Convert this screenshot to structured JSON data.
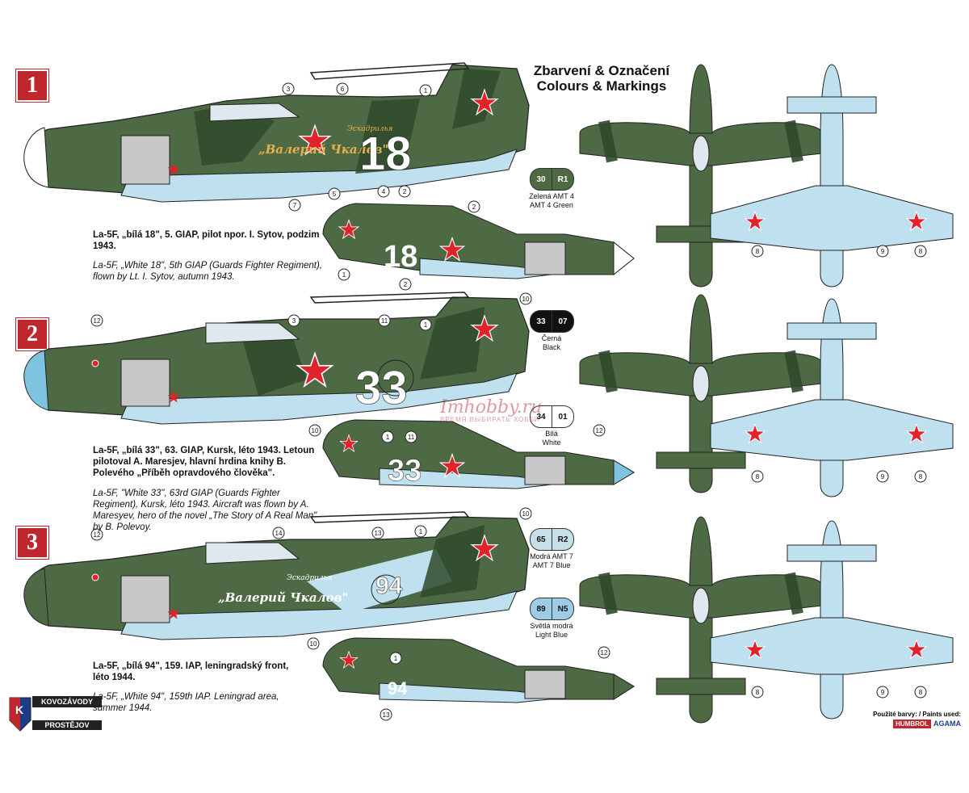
{
  "title": {
    "line1": "Zbarvení & Označení",
    "line2": "Colours & Markings"
  },
  "badges": [
    "1",
    "2",
    "3"
  ],
  "profiles": [
    {
      "caption_cz": "La-5F, „bílá 18\", 5. GIAP, pilot npor. I. Sytov, podzim 1943.",
      "caption_en": "La-5F, „White 18\", 5th GIAP (Guards Fighter Regiment), flown by Lt. I. Sytov, autumn 1943.",
      "tail_number": "18",
      "nose_inscription_small": "Эскадрилья",
      "nose_inscription": "„Валерий Чкалов\""
    },
    {
      "caption_cz": "La-5F, „bílá 33\", 63. GIAP, Kursk, léto 1943. Letoun pilotoval A. Maresjev, hlavní hrdina knihy B. Polevého „Příběh opravdového člověka\".",
      "caption_en": "La-5F, \"White 33\", 63rd GIAP (Guards Fighter Regiment), Kursk, léto 1943. Aircraft was flown by A. Maresyev, hero of the novel „The Story of A Real Man\" by B. Polevoy.",
      "tail_number": "33"
    },
    {
      "caption_cz": "La-5F, „bílá 94\", 159. IAP, leningradský front, léto 1944.",
      "caption_en": "La-5F, „White 94\", 159th IAP. Leningrad area, summer 1944.",
      "tail_number": "94",
      "nose_inscription_small": "Эскадрилья",
      "nose_inscription": "„Валерий Чкалов\""
    }
  ],
  "paint_chips": [
    {
      "a": "30",
      "b": "R1",
      "label_cz": "Zelená AMT 4",
      "label_en": "AMT 4 Green",
      "color": "#4e6a44"
    },
    {
      "a": "33",
      "b": "07",
      "label_cz": "Černá",
      "label_en": "Black",
      "color": "#111111"
    },
    {
      "a": "34",
      "b": "01",
      "label_cz": "Bílá",
      "label_en": "White",
      "color": "#ffffff"
    },
    {
      "a": "65",
      "b": "R2",
      "label_cz": "Modrá AMT 7",
      "label_en": "AMT 7 Blue",
      "color": "#c7dfe9"
    },
    {
      "a": "89",
      "b": "N5",
      "label_cz": "Světlá modrá",
      "label_en": "Light Blue",
      "color": "#9dcde6"
    }
  ],
  "callouts": [
    "1",
    "2",
    "3",
    "4",
    "5",
    "6",
    "7",
    "8",
    "9",
    "10",
    "11",
    "12",
    "13",
    "14"
  ],
  "logo": {
    "top": "KOVOZÁVODY",
    "bottom": "PROSTĚJOV"
  },
  "paints_used": {
    "label": "Použité barvy: / Paints used:",
    "brand1": "HUMBROL",
    "brand2": "AGAMA"
  },
  "watermark": {
    "main": "Imhobby.ru",
    "sub": "ВРЕМЯ ВЫБИРАТЬ ХОББИ"
  },
  "colors": {
    "green": "#4e6a44",
    "dark_green": "#2f4a2c",
    "light_blue": "#bfe0ee",
    "star_red": "#e2222a",
    "badge_red": "#c0272d"
  }
}
